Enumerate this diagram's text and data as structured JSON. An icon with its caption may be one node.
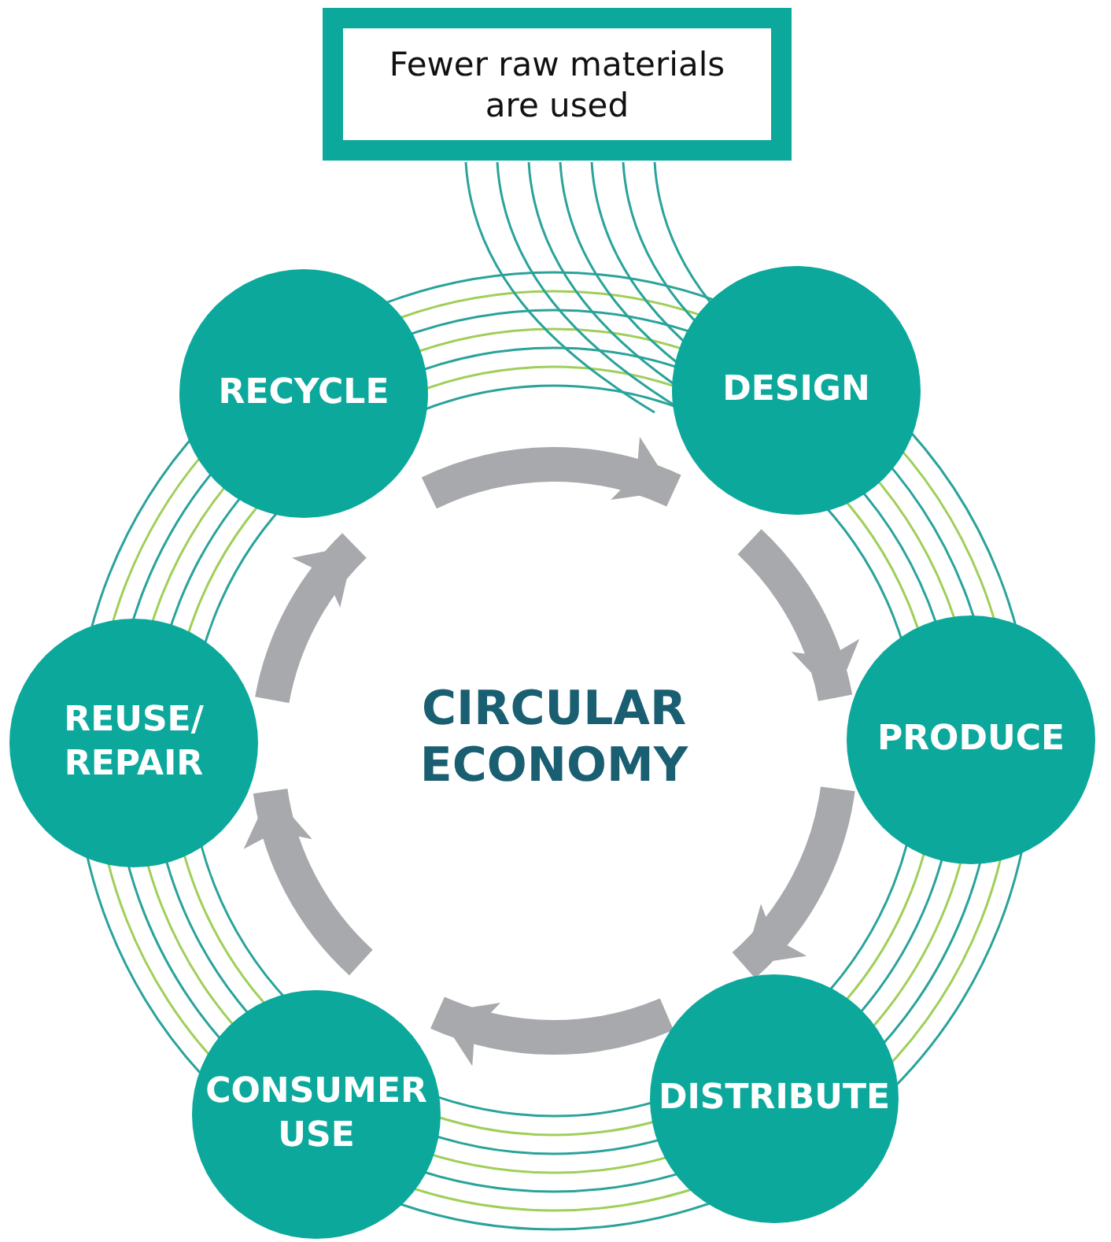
{
  "diagram": {
    "nodes": [
      {
        "text": [
          "Fewer raw materials are used"
        ]
      },
      {
        "text": [
          "RECYCLE"
        ]
      },
      {
        "text": [
          "DESIGN"
        ]
      },
      {
        "text": [
          "PRODUCE"
        ]
      },
      {
        "text": [
          "DISTRIBUTE"
        ]
      },
      {
        "text": [
          "CONSUMER USE"
        ]
      },
      {
        "text": [
          "REUSE/ REPAIR"
        ]
      }
    ],
    "edges": [
      {
        "from": 1,
        "to": 2,
        "arrow": "to"
      },
      {
        "from": 2,
        "to": 3,
        "arrow": "to"
      },
      {
        "from": 3,
        "to": 4,
        "arrow": "to"
      },
      {
        "from": 4,
        "to": 5,
        "arrow": "to"
      },
      {
        "from": 5,
        "to": 6,
        "arrow": "to"
      },
      {
        "from": 6,
        "to": 1,
        "arrow": "to"
      }
    ],
    "labels": [
      "CIRCULAR ECONOMY"
    ]
  }
}
